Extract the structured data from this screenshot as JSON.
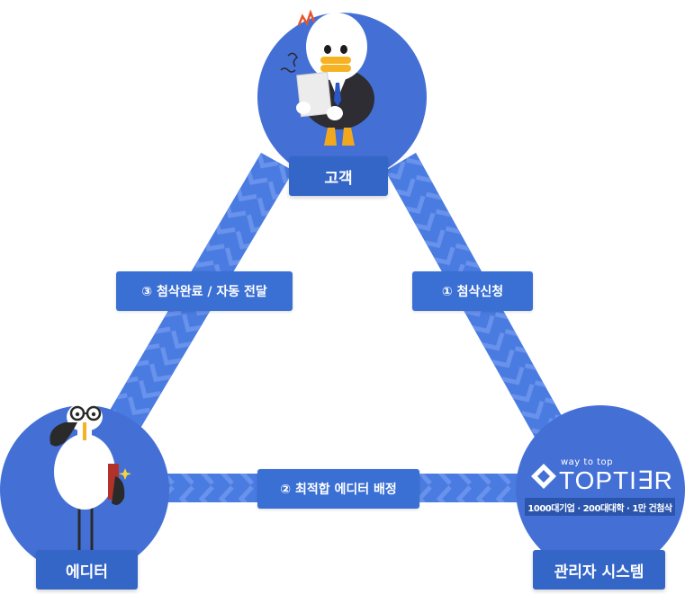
{
  "nodes": {
    "customer": {
      "label": "고객"
    },
    "editor": {
      "label": "에디터"
    },
    "admin": {
      "label": "관리자 시스템"
    }
  },
  "edges": {
    "request": {
      "label": "① 첨삭신청"
    },
    "assign": {
      "label": "② 최적합 에디터 배정"
    },
    "deliver": {
      "label": "③ 첨삭완료 / 자동 전달"
    }
  },
  "logo": {
    "tagline": "way to top",
    "wordmark": "TOPTI∃R",
    "subline": "1000대기업 · 200대대학 · 1만 건첨삭"
  },
  "colors": {
    "circle": "#4470d6",
    "band": "#4a7be0",
    "chevron": "#6b95ec",
    "label_bg": "#3466c8"
  }
}
